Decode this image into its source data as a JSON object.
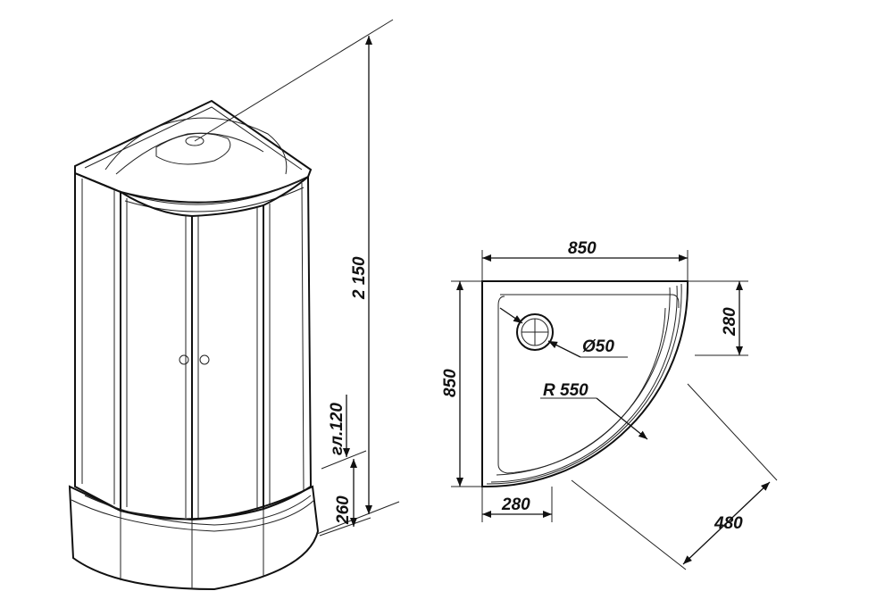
{
  "elevation": {
    "height_label": "2 150",
    "depth_label": "гл.120",
    "tray_height_label": "260"
  },
  "plan": {
    "width_label": "850",
    "depth_label": "850",
    "right_offset_label": "280",
    "bottom_offset_label": "280",
    "drain_label": "Ø50",
    "radius_label": "R 550",
    "diagonal_label": "480"
  }
}
